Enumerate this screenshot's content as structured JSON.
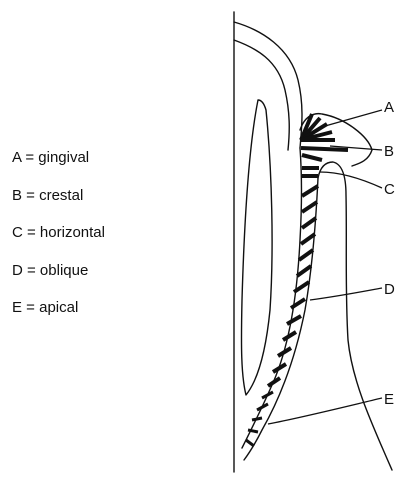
{
  "legend": [
    {
      "letter": "A",
      "text": "A = gingival"
    },
    {
      "letter": "B",
      "text": "B = crestal"
    },
    {
      "letter": "C",
      "text": "C = horizontal"
    },
    {
      "letter": "D",
      "text": "D = oblique"
    },
    {
      "letter": "E",
      "text": "E = apical"
    }
  ],
  "labels": {
    "a": "A",
    "b": "B",
    "c": "C",
    "d": "D",
    "e": "E"
  }
}
